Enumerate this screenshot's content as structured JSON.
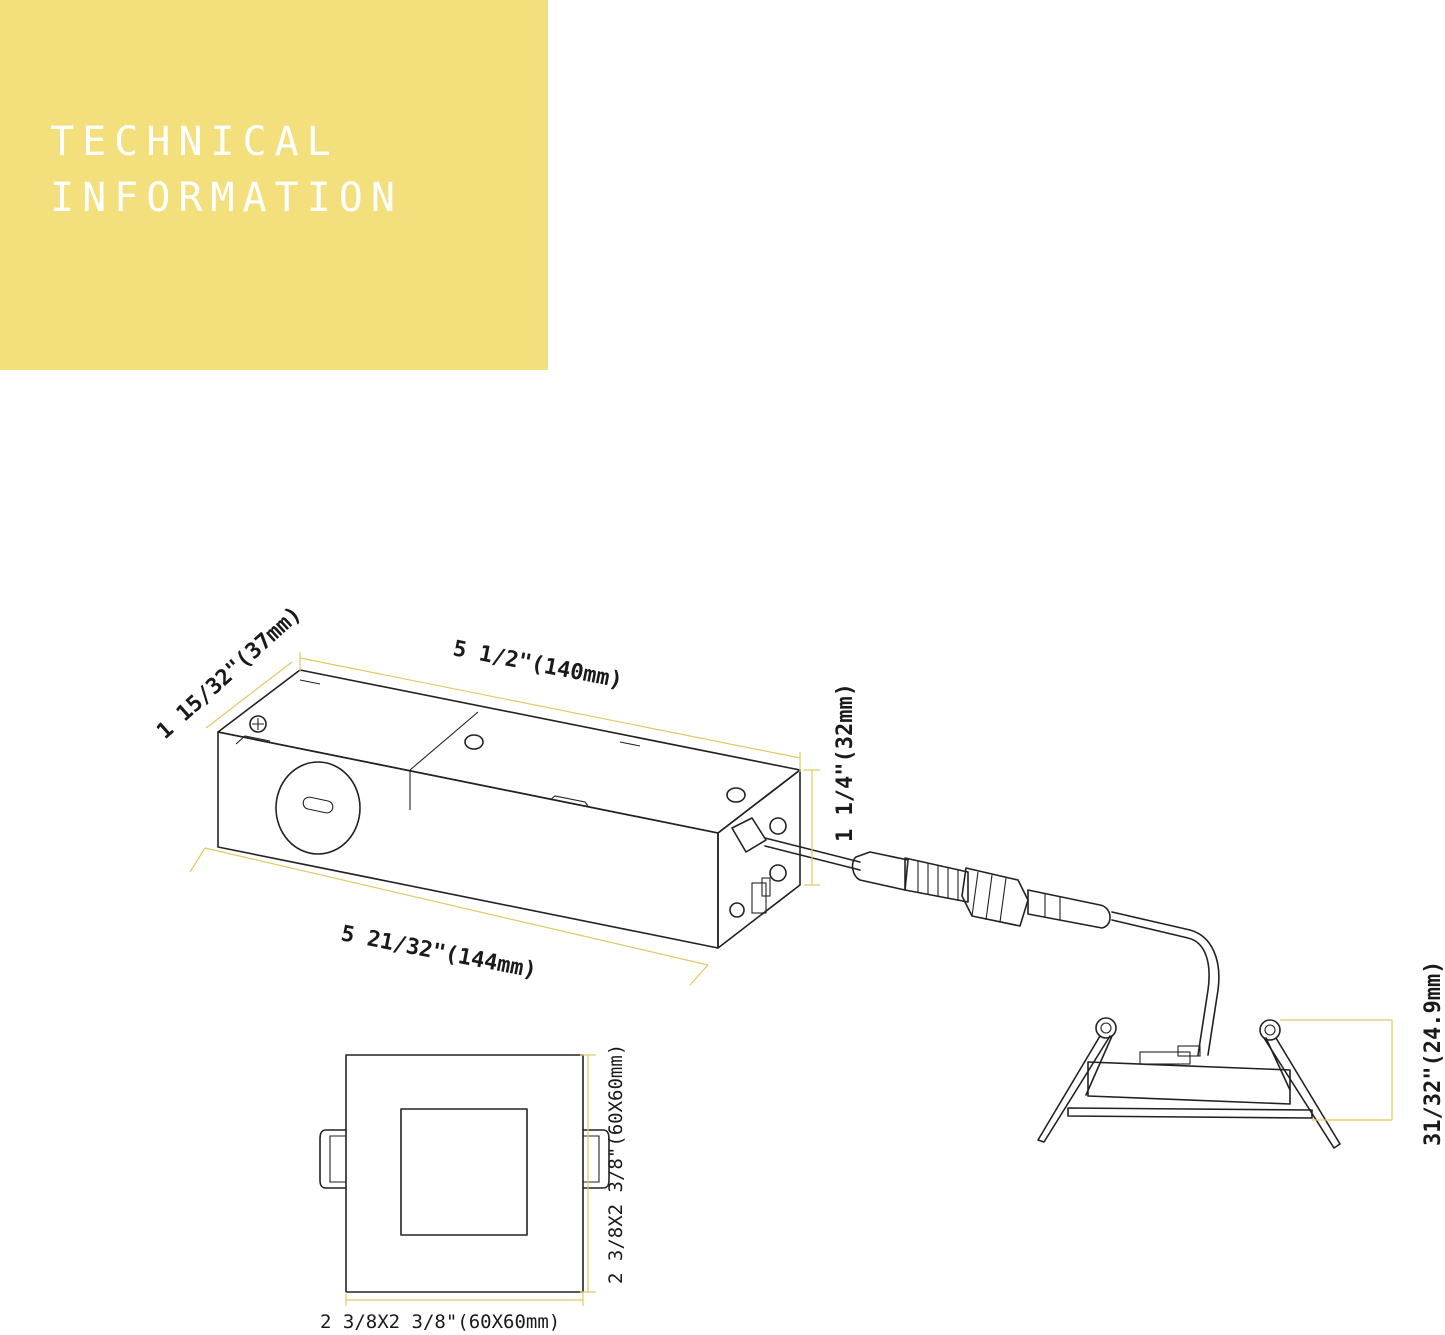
{
  "banner": {
    "line1": "TECHNICAL",
    "line2": "INFORMATION",
    "color": "#f3df7c"
  },
  "dimensions": {
    "box_depth": "1 15/32\"(37mm)",
    "box_top_length": "5 1/2\"(140mm)",
    "box_height": "1 1/4\"(32mm)",
    "box_bottom_length": "5 21/32\"(144mm)",
    "trim_height": "31/32\"(24.9mm)",
    "trim_side": "2 3/8X2 3/8\"(60X60mm)",
    "trim_bottom": "2 3/8X2 3/8\"(60X60mm)"
  }
}
